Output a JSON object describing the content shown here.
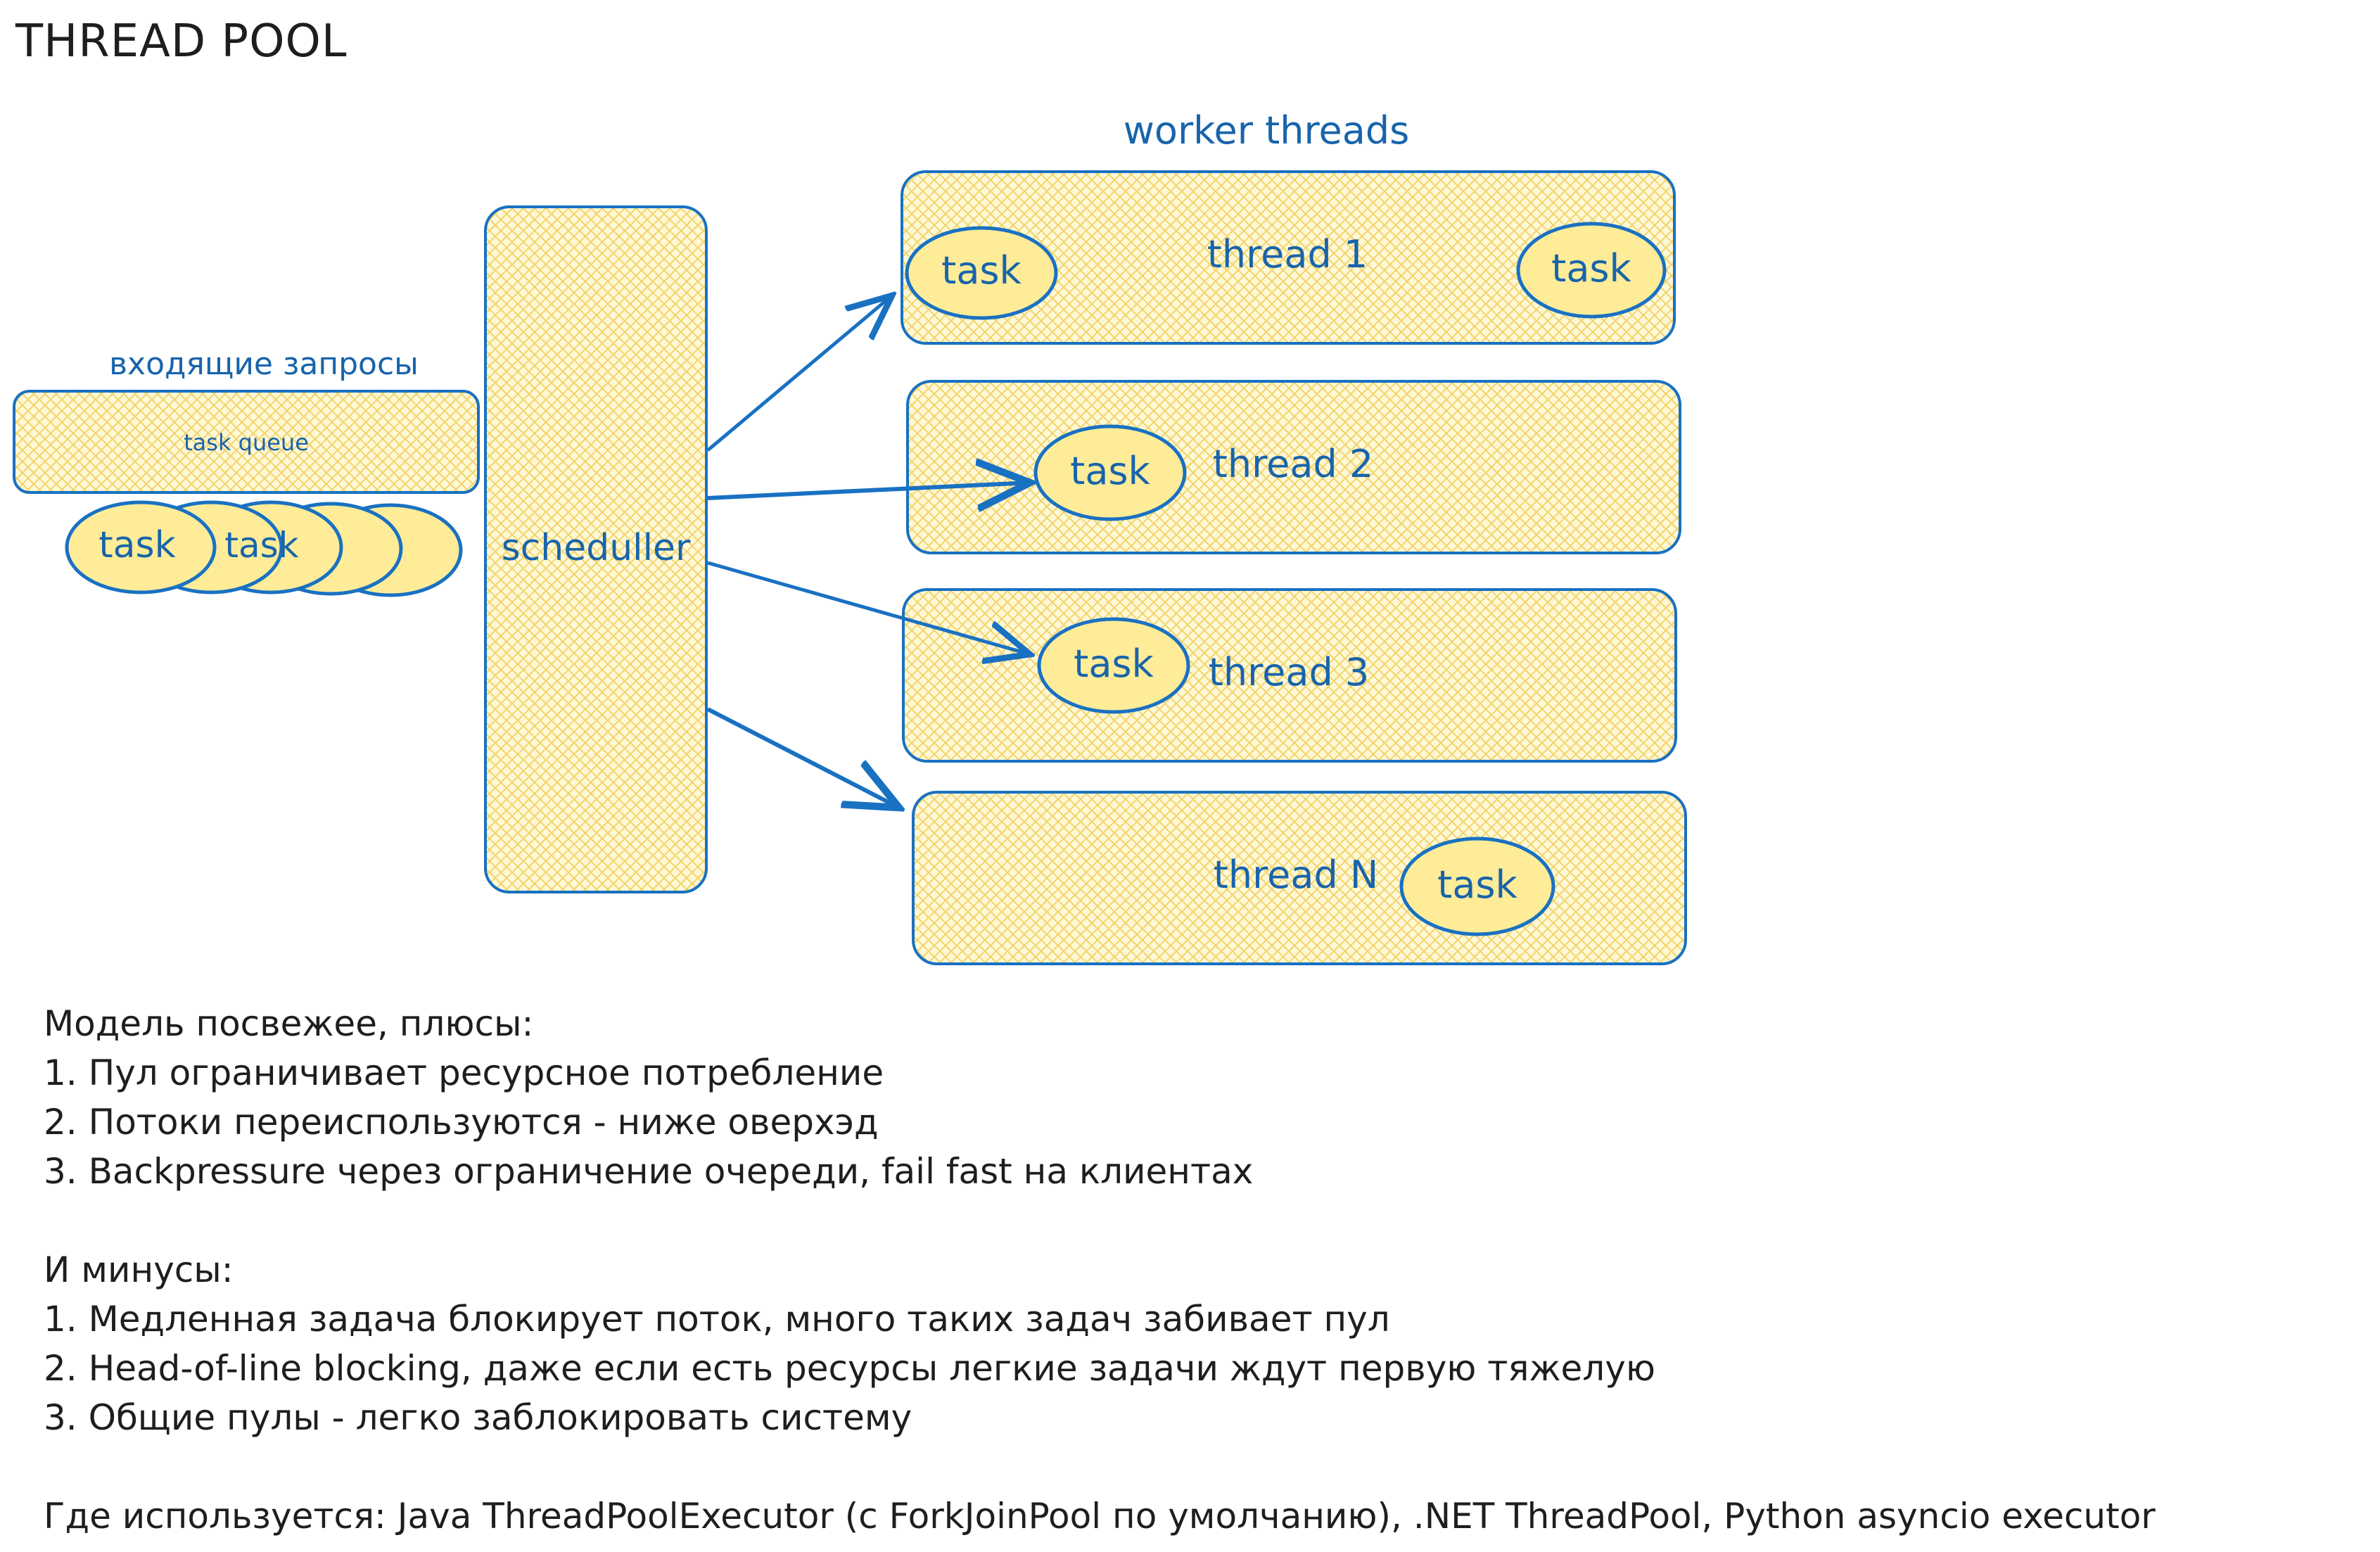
{
  "title": "THREAD POOL",
  "labels": {
    "incoming": "входящие запросы",
    "queue": "task queue",
    "scheduler": "scheduller",
    "workers": "worker threads"
  },
  "task_label": "task",
  "threads": [
    {
      "label": "thread 1"
    },
    {
      "label": "thread 2"
    },
    {
      "label": "thread 3"
    },
    {
      "label": "thread N"
    }
  ],
  "notes": {
    "pros_header": "Модель посвежее, плюсы:",
    "pros": [
      "1. Пул ограничивает ресурсное потребление",
      "2. Потоки переиспользуются - ниже оверхэд",
      "3. Backpressure через ограничение очереди, fail fast на клиентах"
    ],
    "cons_header": "И минусы:",
    "cons": [
      "1. Медленная задача блокирует поток, много таких задач забивает пул",
      "2. Head-of-line blocking, даже если есть ресурсы легкие задачи ждут первую тяжелую",
      "3. Общие пулы - легко заблокировать систему"
    ],
    "usage": "Где используется: Java ThreadPoolExecutor (с ForkJoinPool по умолчанию), .NET ThreadPool, Python asyncio executor"
  },
  "colors": {
    "stroke": "#1971c2",
    "fill": "#ffec99",
    "hatch": "#f5d76a",
    "text_blue": "#1864ab",
    "text_dark": "#1e1e1e"
  }
}
